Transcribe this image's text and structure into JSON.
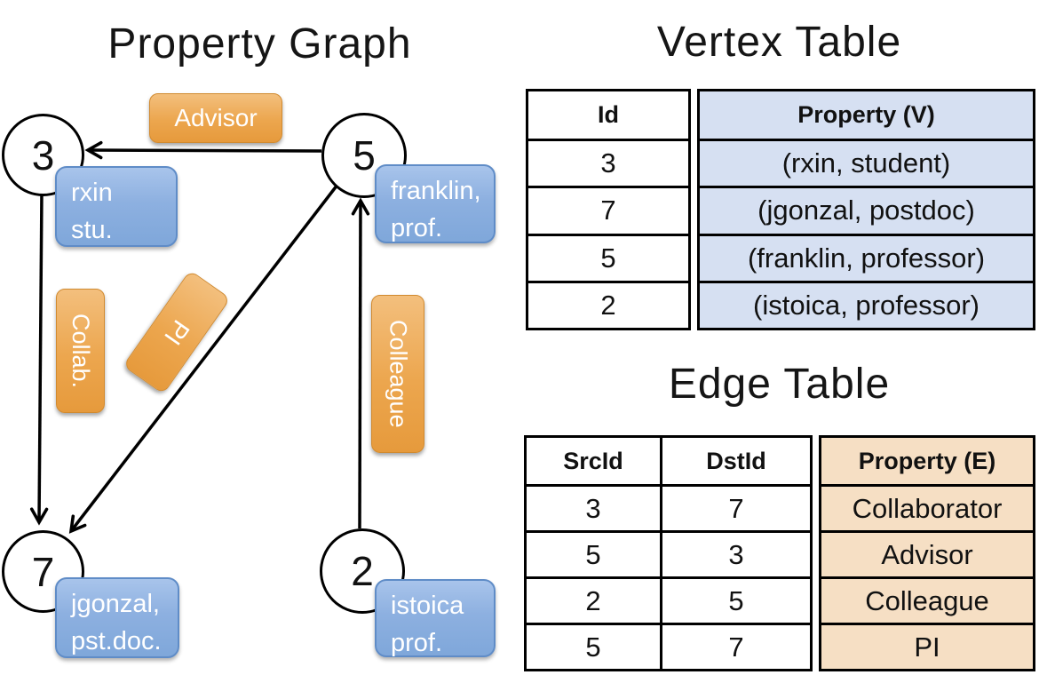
{
  "graph": {
    "title": "Property Graph",
    "vertices": [
      {
        "id": "3",
        "line1": "rxin",
        "line2": "stu."
      },
      {
        "id": "5",
        "line1": "franklin,",
        "line2": "prof."
      },
      {
        "id": "7",
        "line1": "jgonzal,",
        "line2": "pst.doc."
      },
      {
        "id": "2",
        "line1": "istoica",
        "line2": "prof."
      }
    ],
    "edge_labels": {
      "advisor": "Advisor",
      "collab": "Collab.",
      "pi": "PI",
      "colleague": "Colleague"
    }
  },
  "vertex_table": {
    "title": "Vertex Table",
    "columns": {
      "id": "Id",
      "property": "Property (V)"
    },
    "rows": [
      {
        "id": "3",
        "property": "(rxin, student)"
      },
      {
        "id": "7",
        "property": "(jgonzal, postdoc)"
      },
      {
        "id": "5",
        "property": "(franklin, professor)"
      },
      {
        "id": "2",
        "property": "(istoica, professor)"
      }
    ]
  },
  "edge_table": {
    "title": "Edge Table",
    "columns": {
      "src": "SrcId",
      "dst": "DstId",
      "property": "Property (E)"
    },
    "rows": [
      {
        "src": "3",
        "dst": "7",
        "property": "Collaborator"
      },
      {
        "src": "5",
        "dst": "3",
        "property": "Advisor"
      },
      {
        "src": "2",
        "dst": "5",
        "property": "Colleague"
      },
      {
        "src": "5",
        "dst": "7",
        "property": "PI"
      }
    ]
  },
  "colors": {
    "edge_label_bg": "#eca64e",
    "vertex_label_bg": "#8db0e0",
    "vertex_table_property_bg": "#d6e0f2",
    "edge_table_property_bg": "#f6dfc4",
    "line": "#000000"
  }
}
